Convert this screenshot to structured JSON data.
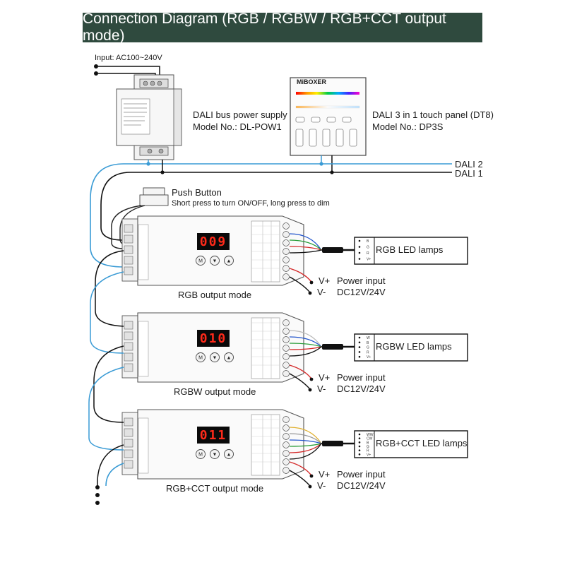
{
  "title": "Connection Diagram (RGB / RGBW / RGB+CCT output mode)",
  "input_label": "Input: AC100~240V",
  "power_supply": {
    "name": "DALI bus power supply",
    "model": "Model No.: DL-POW1"
  },
  "touch_panel": {
    "name": "DALI 3 in 1 touch panel (DT8)",
    "model": "Model No.: DP3S",
    "brand": "MiBOXER"
  },
  "bus_lines": [
    "DALI 2",
    "DALI 1"
  ],
  "push_button": {
    "name": "Push Button",
    "desc": "Short press to turn ON/OFF, long press to dim"
  },
  "decoders": [
    {
      "display": "009",
      "mode_label": "RGB output mode",
      "lamp_label": "RGB LED lamps",
      "lamp_pins": [
        "B",
        "G",
        "R",
        "V+"
      ],
      "power_label": "Power input",
      "power_voltage": "DC12V/24V",
      "vplus": "V+",
      "vminus": "V-"
    },
    {
      "display": "010",
      "mode_label": "RGBW output mode",
      "lamp_label": "RGBW LED lamps",
      "lamp_pins": [
        "W",
        "B",
        "G",
        "R",
        "V+"
      ],
      "power_label": "Power input",
      "power_voltage": "DC12V/24V",
      "vplus": "V+",
      "vminus": "V-"
    },
    {
      "display": "011",
      "mode_label": "RGB+CCT output mode",
      "lamp_label": "RGB+CCT LED lamps",
      "lamp_pins": [
        "WW",
        "CW",
        "B",
        "G",
        "R",
        "V+"
      ],
      "power_label": "Power input",
      "power_voltage": "DC12V/24V",
      "vplus": "V+",
      "vminus": "V-"
    }
  ],
  "decoder_buttons": [
    "M",
    "▼",
    "▲"
  ],
  "colors": {
    "title_bg": "#2f4a3e",
    "dali2_wire": "#3a9bd5",
    "dali1_wire": "#1a1a1a",
    "display_red": "#ff2a1a"
  }
}
